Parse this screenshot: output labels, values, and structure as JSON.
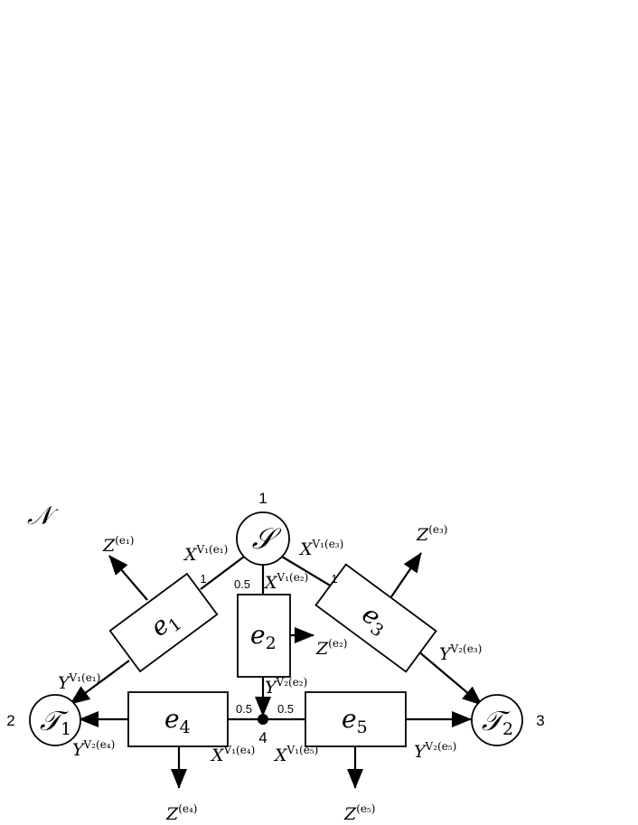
{
  "network_label": "𝒩",
  "nodes": {
    "source": {
      "symbol": "𝒮",
      "id": "1"
    },
    "terminal1": {
      "symbol": "𝒯",
      "sub": "1",
      "id": "2"
    },
    "terminal2": {
      "symbol": "𝒯",
      "sub": "2",
      "id": "3"
    },
    "junction": {
      "id": "4"
    }
  },
  "edges": {
    "e1": {
      "base": "e",
      "sub": "1"
    },
    "e2": {
      "base": "e",
      "sub": "2"
    },
    "e3": {
      "base": "e",
      "sub": "3"
    },
    "e4": {
      "base": "e",
      "sub": "4"
    },
    "e5": {
      "base": "e",
      "sub": "5"
    }
  },
  "labels": [
    {
      "base": "Z",
      "sup": "(e₁)"
    },
    {
      "base": "X",
      "sup": "V₁(e₁)"
    },
    {
      "base": "X",
      "sup": "V₁(e₂)"
    },
    {
      "base": "X",
      "sup": "V₁(e₃)"
    },
    {
      "base": "Z",
      "sup": "(e₃)"
    },
    {
      "base": "Z",
      "sup": "(e₂)"
    },
    {
      "base": "Y",
      "sup": "V₁(e₁)"
    },
    {
      "base": "Y",
      "sup": "V₂(e₃)"
    },
    {
      "base": "Y",
      "sup": "V₂(e₂)"
    },
    {
      "base": "Y",
      "sup": "V₂(e₄)"
    },
    {
      "base": "X",
      "sup": "V₁(e₄)"
    },
    {
      "base": "X",
      "sup": "V₁(e₅)"
    },
    {
      "base": "Y",
      "sup": "V₂(e₅)"
    },
    {
      "base": "Z",
      "sup": "(e₄)"
    },
    {
      "base": "Z",
      "sup": "(e₅)"
    }
  ],
  "weights": [
    "1",
    "0.5",
    "1",
    "0.5",
    "0.5"
  ]
}
